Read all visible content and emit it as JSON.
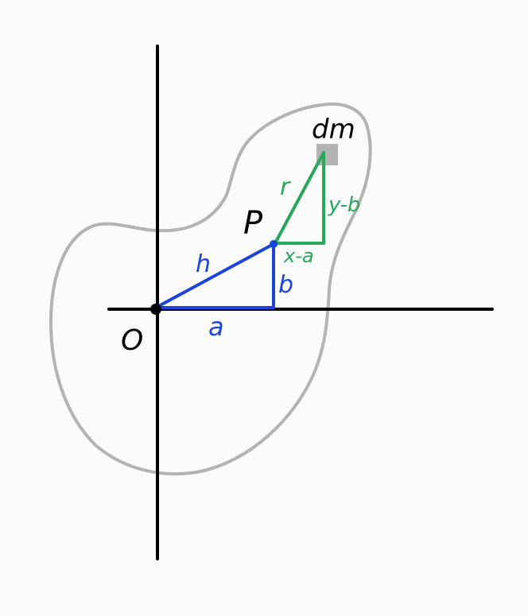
{
  "colors": {
    "background": "#fbfbfb",
    "axes": "#000000",
    "body_outline": "#b3b3b3",
    "mass_element": "#b3b3b3",
    "blue": "#1b44db",
    "green": "#27a85a"
  },
  "labels": {
    "origin": "O",
    "point": "P",
    "mass_element": "dm",
    "h": "h",
    "a": "a",
    "b": "b",
    "r": "r",
    "x_minus_a": "x-a",
    "y_minus_b": "y-b"
  }
}
